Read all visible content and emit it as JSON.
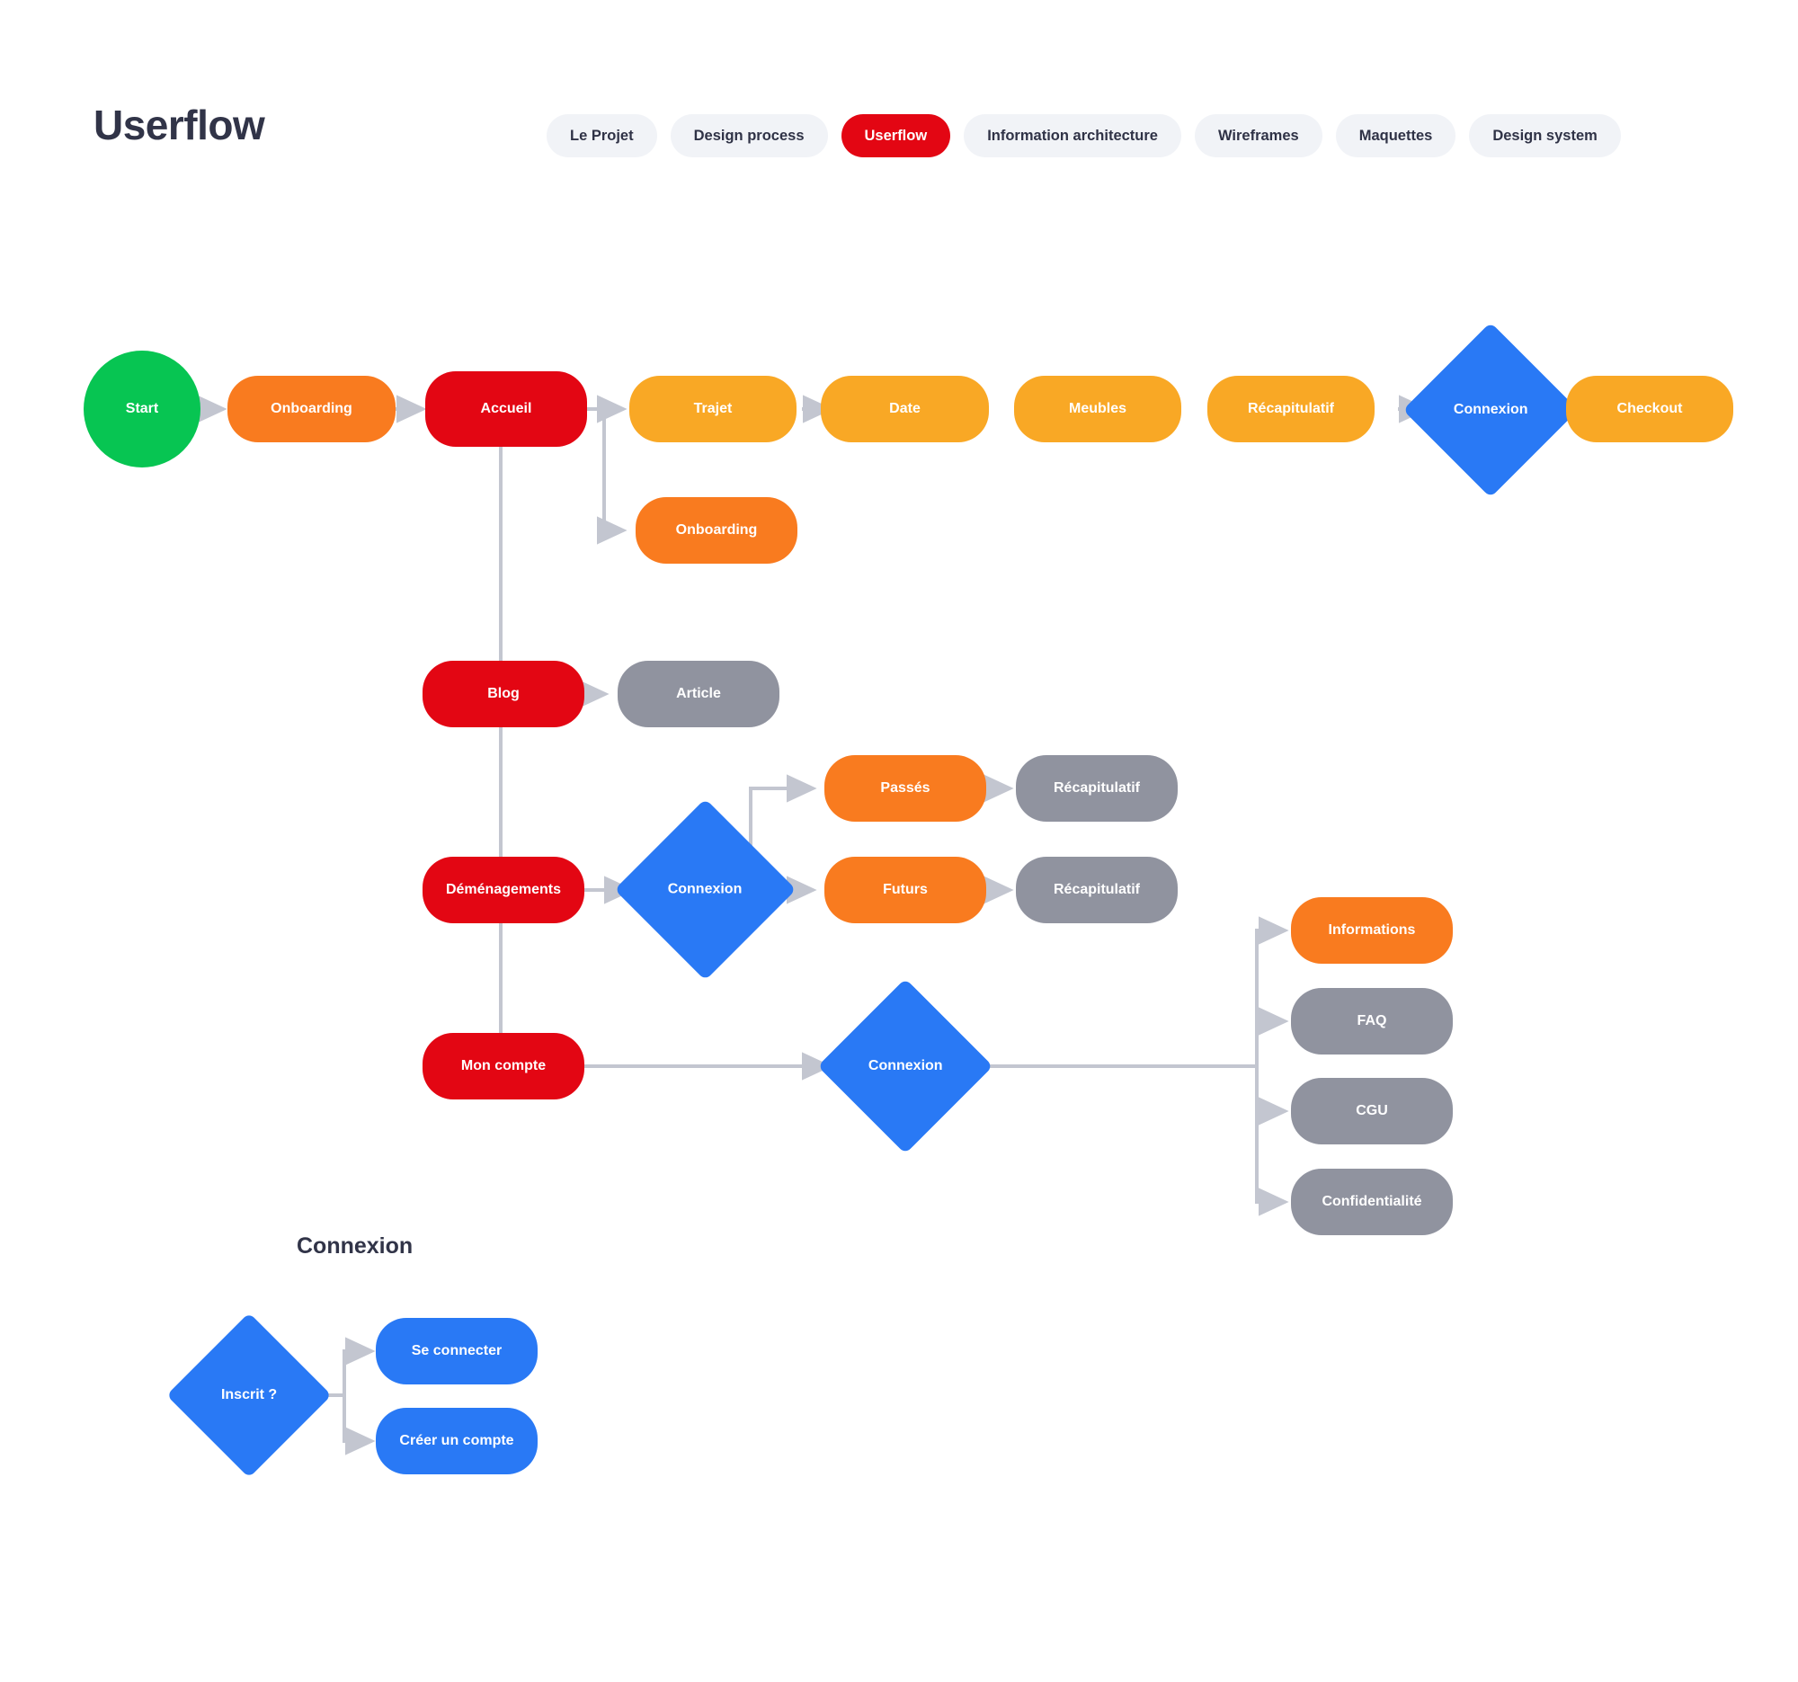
{
  "header": {
    "title": "Userflow",
    "tabs": [
      {
        "label": "Le Projet",
        "active": false
      },
      {
        "label": "Design process",
        "active": false
      },
      {
        "label": "Userflow",
        "active": true
      },
      {
        "label": "Information architecture",
        "active": false
      },
      {
        "label": "Wireframes",
        "active": false
      },
      {
        "label": "Maquettes",
        "active": false
      },
      {
        "label": "Design system",
        "active": false
      }
    ]
  },
  "colors": {
    "green": "#07c552",
    "orange": "#f97b1f",
    "red": "#e30613",
    "amber": "#f9a825",
    "blue": "#2979f5",
    "grey": "#90939f",
    "connector": "#c3c6d0",
    "tab_bg": "#f1f3f7",
    "tab_active_bg": "#e30613",
    "text_dark": "#313448"
  },
  "flow": {
    "nodes": [
      {
        "id": "start",
        "label": "Start",
        "shape": "circle",
        "color": "green"
      },
      {
        "id": "onboarding-1",
        "label": "Onboarding",
        "shape": "pill",
        "color": "orange"
      },
      {
        "id": "accueil",
        "label": "Accueil",
        "shape": "pill",
        "color": "red"
      },
      {
        "id": "trajet",
        "label": "Trajet",
        "shape": "pill",
        "color": "amber"
      },
      {
        "id": "date",
        "label": "Date",
        "shape": "pill",
        "color": "amber"
      },
      {
        "id": "meubles",
        "label": "Meubles",
        "shape": "pill",
        "color": "amber"
      },
      {
        "id": "recapitulatif-1",
        "label": "Récapitulatif",
        "shape": "pill",
        "color": "amber"
      },
      {
        "id": "connexion-1",
        "label": "Connexion",
        "shape": "diamond",
        "color": "blue"
      },
      {
        "id": "checkout",
        "label": "Checkout",
        "shape": "pill",
        "color": "amber"
      },
      {
        "id": "onboarding-2",
        "label": "Onboarding",
        "shape": "pill",
        "color": "orange"
      },
      {
        "id": "blog",
        "label": "Blog",
        "shape": "pill",
        "color": "red"
      },
      {
        "id": "article",
        "label": "Article",
        "shape": "pill",
        "color": "grey"
      },
      {
        "id": "demenagements",
        "label": "Déménagements",
        "shape": "pill",
        "color": "red"
      },
      {
        "id": "connexion-2",
        "label": "Connexion",
        "shape": "diamond",
        "color": "blue"
      },
      {
        "id": "passes",
        "label": "Passés",
        "shape": "pill",
        "color": "orange"
      },
      {
        "id": "recapitulatif-2",
        "label": "Récapitulatif",
        "shape": "pill",
        "color": "grey"
      },
      {
        "id": "futurs",
        "label": "Futurs",
        "shape": "pill",
        "color": "orange"
      },
      {
        "id": "recapitulatif-3",
        "label": "Récapitulatif",
        "shape": "pill",
        "color": "grey"
      },
      {
        "id": "mon-compte",
        "label": "Mon compte",
        "shape": "pill",
        "color": "red"
      },
      {
        "id": "connexion-3",
        "label": "Connexion",
        "shape": "diamond",
        "color": "blue"
      },
      {
        "id": "informations",
        "label": "Informations",
        "shape": "pill",
        "color": "orange"
      },
      {
        "id": "faq",
        "label": "FAQ",
        "shape": "pill",
        "color": "grey"
      },
      {
        "id": "cgu",
        "label": "CGU",
        "shape": "pill",
        "color": "grey"
      },
      {
        "id": "confidentialite",
        "label": "Confidentialité",
        "shape": "pill",
        "color": "grey"
      }
    ]
  },
  "connexion_section": {
    "heading": "Connexion",
    "nodes": [
      {
        "id": "inscrit",
        "label": "Inscrit ?",
        "shape": "diamond",
        "color": "blue"
      },
      {
        "id": "se-connecter",
        "label": "Se connecter",
        "shape": "pill",
        "color": "blue"
      },
      {
        "id": "creer-compte",
        "label": "Créer un compte",
        "shape": "pill",
        "color": "blue"
      }
    ]
  }
}
